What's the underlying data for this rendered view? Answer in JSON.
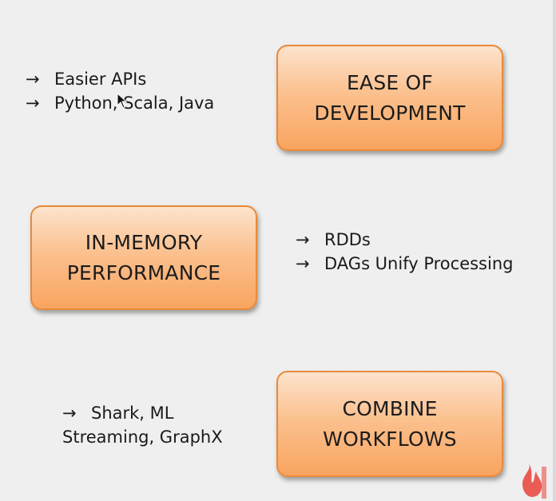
{
  "slide": {
    "boxes": {
      "ease": {
        "line1": "EASE OF",
        "line2": "DEVELOPMENT"
      },
      "memory": {
        "line1": "IN-MEMORY",
        "line2": "PERFORMANCE"
      },
      "combine": {
        "line1": "COMBINE",
        "line2": "WORKFLOWS"
      }
    },
    "notes": {
      "ease": [
        "Easier APIs",
        "Python, Scala, Java"
      ],
      "memory": [
        "RDDs",
        "DAGs Unify Processing"
      ],
      "combine": [
        "Shark, ML",
        "Streaming, GraphX"
      ]
    },
    "arrow_glyph": "→"
  },
  "colors": {
    "background": "#efefef",
    "box_border": "#e88a3a",
    "box_fill_top": "#fde3cd",
    "box_fill_bottom": "#f9a45f",
    "logo": "#e8423a"
  },
  "icons": {
    "cursor": "mouse-pointer-icon",
    "logo": "flame-logo-icon"
  }
}
